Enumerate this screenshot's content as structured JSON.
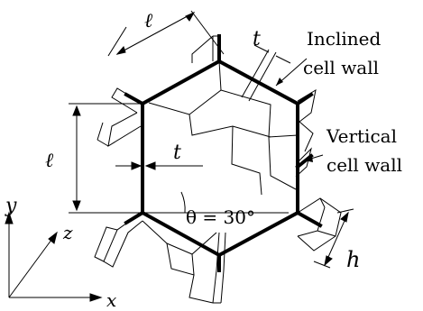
{
  "labels": {
    "length_top": "ℓ",
    "thickness_top": "t",
    "inclined_wall_line1": "Inclined",
    "inclined_wall_line2": "cell wall",
    "length_left": "ℓ",
    "vertical_wall_line1": "Vertical",
    "vertical_wall_line2": "cell wall",
    "thickness_mid": "t",
    "angle": "θ = 30°",
    "depth": "h",
    "axis_y": "y",
    "axis_z": "z",
    "axis_x": "x"
  }
}
